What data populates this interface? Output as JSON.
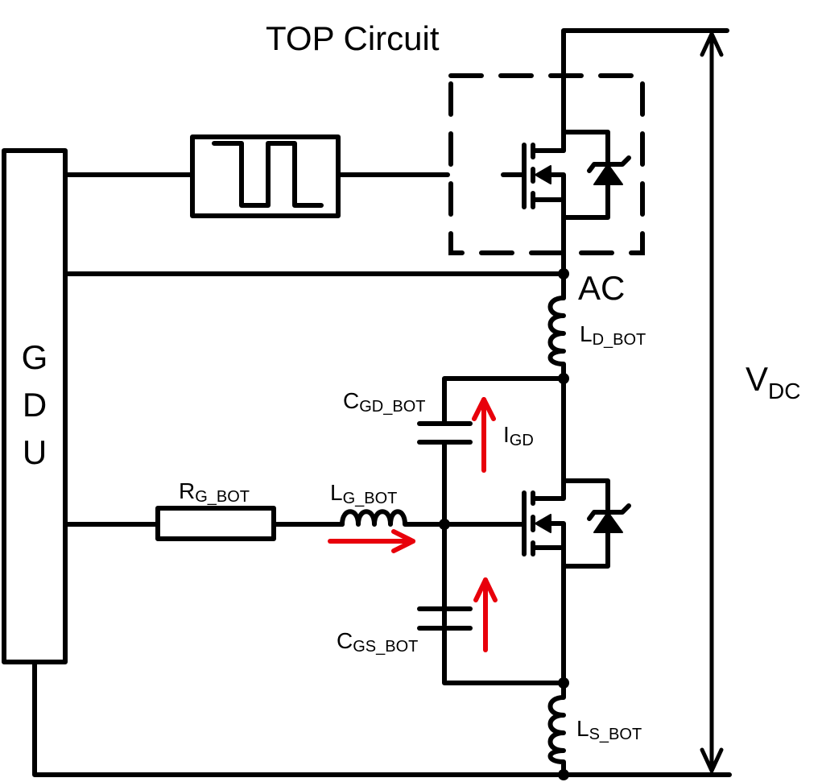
{
  "title": "TOP Circuit",
  "gdu_letters": [
    "G",
    "D",
    "U"
  ],
  "labels": {
    "ac_node": "AC",
    "vdc": {
      "main": "V",
      "sub": "DC"
    },
    "ld_bot": {
      "main": "L",
      "sub": "D_BOT"
    },
    "cgd_bot": {
      "main": "C",
      "sub": "GD_BOT"
    },
    "igd": {
      "main": "I",
      "sub": "GD"
    },
    "rg_bot": {
      "main": "R",
      "sub": "G_BOT"
    },
    "lg_bot": {
      "main": "L",
      "sub": "G_BOT"
    },
    "cgs_bot": {
      "main": "C",
      "sub": "GS_BOT"
    },
    "ls_bot": {
      "main": "L",
      "sub": "S_BOT"
    }
  },
  "components": [
    {
      "id": "gdu",
      "type": "gate-drive-unit"
    },
    {
      "id": "pulse-source",
      "type": "square-wave-source"
    },
    {
      "id": "top-mosfet",
      "type": "n-mosfet-with-body-diode",
      "group": "TOP Circuit"
    },
    {
      "id": "bot-mosfet",
      "type": "n-mosfet-with-body-diode"
    },
    {
      "id": "rg_bot",
      "type": "resistor"
    },
    {
      "id": "lg_bot",
      "type": "inductor"
    },
    {
      "id": "ld_bot",
      "type": "inductor"
    },
    {
      "id": "ls_bot",
      "type": "inductor"
    },
    {
      "id": "cgd_bot",
      "type": "capacitor"
    },
    {
      "id": "cgs_bot",
      "type": "capacitor"
    }
  ],
  "colors": {
    "wire": "#000000",
    "current_arrow": "#e8000b"
  }
}
